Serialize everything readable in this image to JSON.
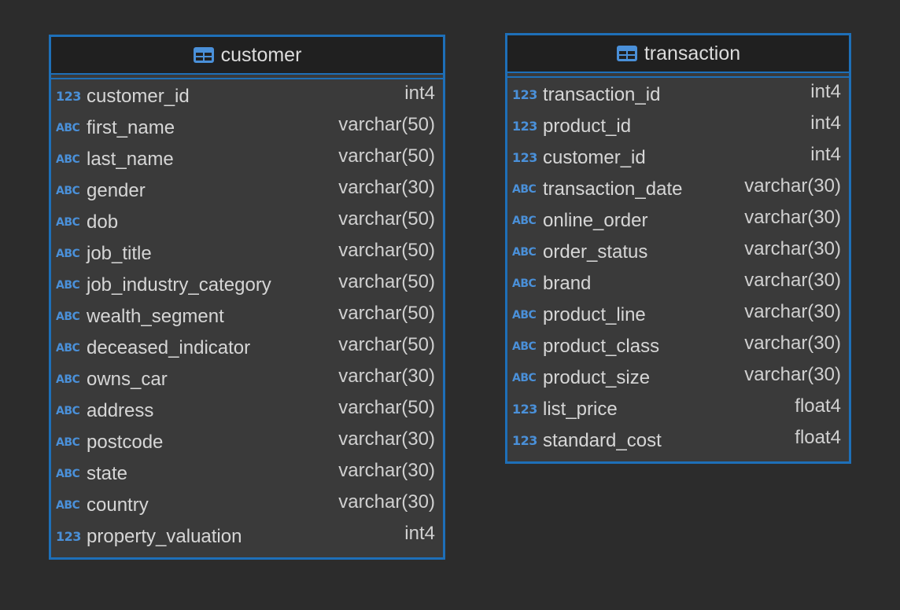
{
  "colors": {
    "background": "#2c2c2c",
    "border": "#1e6fb8",
    "header_bg": "#202020",
    "body_bg": "#3a3a3a",
    "icon": "#4a90d9",
    "text": "#d6d6d6"
  },
  "entities": [
    {
      "name": "customer",
      "icon": "table-icon",
      "columns": [
        {
          "type_icon": "123",
          "name": "customer_id",
          "type": "int4"
        },
        {
          "type_icon": "ABC",
          "name": "first_name",
          "type": "varchar(50)"
        },
        {
          "type_icon": "ABC",
          "name": "last_name",
          "type": "varchar(50)"
        },
        {
          "type_icon": "ABC",
          "name": "gender",
          "type": "varchar(30)"
        },
        {
          "type_icon": "ABC",
          "name": "dob",
          "type": "varchar(50)"
        },
        {
          "type_icon": "ABC",
          "name": "job_title",
          "type": "varchar(50)"
        },
        {
          "type_icon": "ABC",
          "name": "job_industry_category",
          "type": "varchar(50)"
        },
        {
          "type_icon": "ABC",
          "name": "wealth_segment",
          "type": "varchar(50)"
        },
        {
          "type_icon": "ABC",
          "name": "deceased_indicator",
          "type": "varchar(50)"
        },
        {
          "type_icon": "ABC",
          "name": "owns_car",
          "type": "varchar(30)"
        },
        {
          "type_icon": "ABC",
          "name": "address",
          "type": "varchar(50)"
        },
        {
          "type_icon": "ABC",
          "name": "postcode",
          "type": "varchar(30)"
        },
        {
          "type_icon": "ABC",
          "name": "state",
          "type": "varchar(30)"
        },
        {
          "type_icon": "ABC",
          "name": "country",
          "type": "varchar(30)"
        },
        {
          "type_icon": "123",
          "name": "property_valuation",
          "type": "int4"
        }
      ]
    },
    {
      "name": "transaction",
      "icon": "table-icon",
      "columns": [
        {
          "type_icon": "123",
          "name": "transaction_id",
          "type": "int4"
        },
        {
          "type_icon": "123",
          "name": "product_id",
          "type": "int4"
        },
        {
          "type_icon": "123",
          "name": "customer_id",
          "type": "int4"
        },
        {
          "type_icon": "ABC",
          "name": "transaction_date",
          "type": "varchar(30)"
        },
        {
          "type_icon": "ABC",
          "name": "online_order",
          "type": "varchar(30)"
        },
        {
          "type_icon": "ABC",
          "name": "order_status",
          "type": "varchar(30)"
        },
        {
          "type_icon": "ABC",
          "name": "brand",
          "type": "varchar(30)"
        },
        {
          "type_icon": "ABC",
          "name": "product_line",
          "type": "varchar(30)"
        },
        {
          "type_icon": "ABC",
          "name": "product_class",
          "type": "varchar(30)"
        },
        {
          "type_icon": "ABC",
          "name": "product_size",
          "type": "varchar(30)"
        },
        {
          "type_icon": "123",
          "name": "list_price",
          "type": "float4"
        },
        {
          "type_icon": "123",
          "name": "standard_cost",
          "type": "float4"
        }
      ]
    }
  ]
}
